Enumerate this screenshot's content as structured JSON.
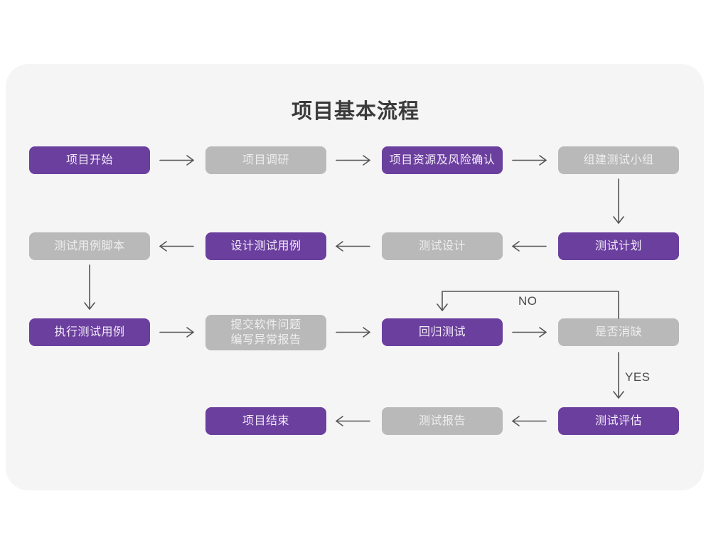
{
  "page": {
    "background_color": "#ffffff",
    "card_color": "#f5f5f6"
  },
  "title": "项目基本流程",
  "colors": {
    "purple": "#6b3f9e",
    "gray": "#b9b9b9",
    "purple_text": "#f2eaf8",
    "gray_text": "#eeeeee",
    "arrow": "#555555",
    "title_text": "#3a3a3a",
    "label_text": "#4a4a4a"
  },
  "chart_data": {
    "type": "diagram",
    "title": "项目基本流程",
    "nodes": [
      {
        "id": "n1",
        "label": "项目开始",
        "style": "purple",
        "row": 1,
        "col": 1
      },
      {
        "id": "n2",
        "label": "项目调研",
        "style": "gray",
        "row": 1,
        "col": 2
      },
      {
        "id": "n3",
        "label": "项目资源及风险确认",
        "style": "purple",
        "row": 1,
        "col": 3
      },
      {
        "id": "n4",
        "label": "组建测试小组",
        "style": "gray",
        "row": 1,
        "col": 4
      },
      {
        "id": "n5",
        "label": "测试用例脚本",
        "style": "gray",
        "row": 2,
        "col": 1
      },
      {
        "id": "n6",
        "label": "设计测试用例",
        "style": "purple",
        "row": 2,
        "col": 2
      },
      {
        "id": "n7",
        "label": "测试设计",
        "style": "gray",
        "row": 2,
        "col": 3
      },
      {
        "id": "n8",
        "label": "测试计划",
        "style": "purple",
        "row": 2,
        "col": 4
      },
      {
        "id": "n9",
        "label": "执行测试用例",
        "style": "purple",
        "row": 3,
        "col": 1
      },
      {
        "id": "n10",
        "label": "提交软件问题\n编写异常报告",
        "style": "gray",
        "row": 3,
        "col": 2
      },
      {
        "id": "n11",
        "label": "回归测试",
        "style": "purple",
        "row": 3,
        "col": 3
      },
      {
        "id": "n12",
        "label": "是否消缺",
        "style": "gray",
        "row": 3,
        "col": 4
      },
      {
        "id": "n13",
        "label": "项目结束",
        "style": "purple",
        "row": 4,
        "col": 2
      },
      {
        "id": "n14",
        "label": "测试报告",
        "style": "gray",
        "row": 4,
        "col": 3
      },
      {
        "id": "n15",
        "label": "测试评估",
        "style": "purple",
        "row": 4,
        "col": 4
      }
    ],
    "edges": [
      {
        "from": "n1",
        "to": "n2",
        "direction": "right",
        "label": ""
      },
      {
        "from": "n2",
        "to": "n3",
        "direction": "right",
        "label": ""
      },
      {
        "from": "n3",
        "to": "n4",
        "direction": "right",
        "label": ""
      },
      {
        "from": "n4",
        "to": "n8",
        "direction": "down",
        "label": ""
      },
      {
        "from": "n8",
        "to": "n7",
        "direction": "left",
        "label": ""
      },
      {
        "from": "n7",
        "to": "n6",
        "direction": "left",
        "label": ""
      },
      {
        "from": "n6",
        "to": "n5",
        "direction": "left",
        "label": ""
      },
      {
        "from": "n5",
        "to": "n9",
        "direction": "down",
        "label": ""
      },
      {
        "from": "n9",
        "to": "n10",
        "direction": "right",
        "label": ""
      },
      {
        "from": "n10",
        "to": "n11",
        "direction": "right",
        "label": ""
      },
      {
        "from": "n11",
        "to": "n12",
        "direction": "right",
        "label": ""
      },
      {
        "from": "n12",
        "to": "n11",
        "direction": "loop-back",
        "label": "NO"
      },
      {
        "from": "n12",
        "to": "n15",
        "direction": "down",
        "label": "YES"
      },
      {
        "from": "n15",
        "to": "n14",
        "direction": "left",
        "label": ""
      },
      {
        "from": "n14",
        "to": "n13",
        "direction": "left",
        "label": ""
      }
    ],
    "edge_labels": [
      "NO",
      "YES"
    ]
  },
  "labels": {
    "no": "NO",
    "yes": "YES"
  }
}
